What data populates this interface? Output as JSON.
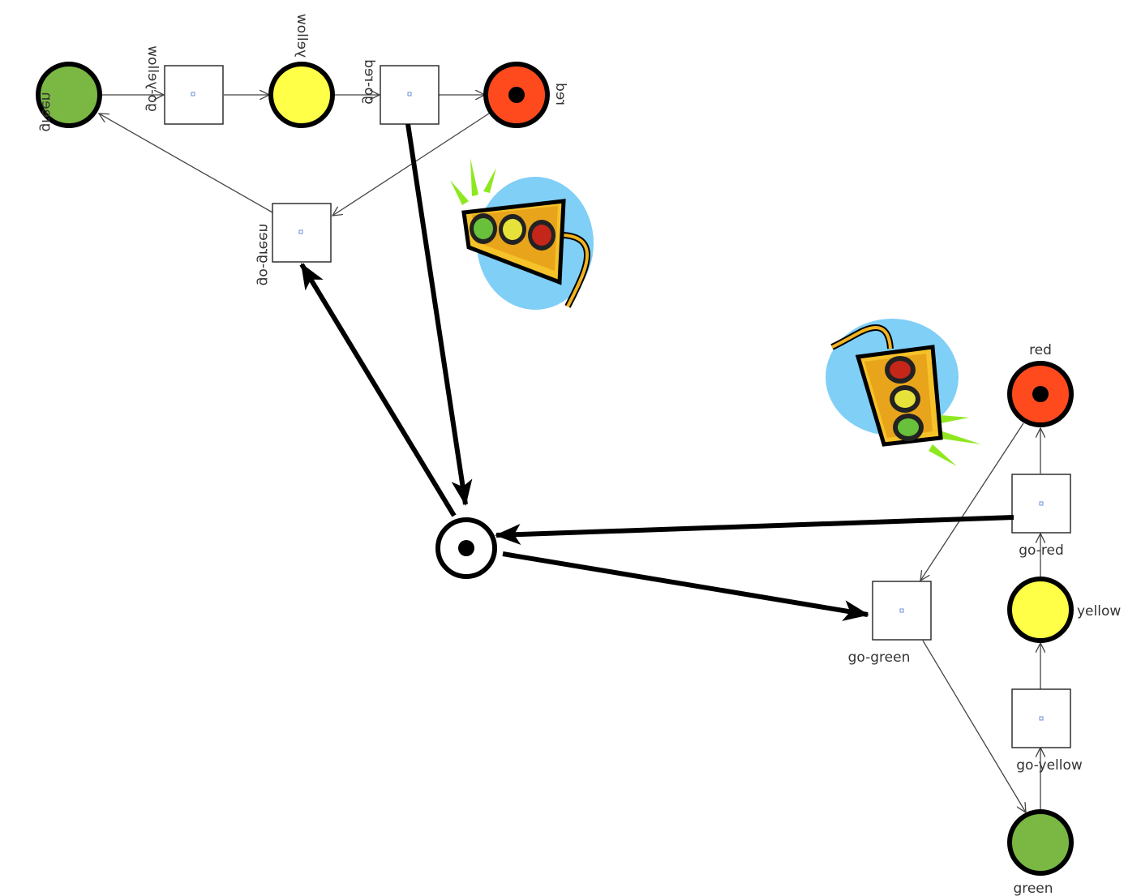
{
  "colors": {
    "green": "#7ab843",
    "yellow": "#ffff47",
    "red": "#ff4a1e",
    "outline": "#000000"
  },
  "net_left_mirrored": {
    "places": {
      "green": "green",
      "yellow": "yellow",
      "red": "red"
    },
    "transitions": {
      "go_yellow": "go-yellow",
      "go_red": "go-red",
      "go_green": "go-green"
    },
    "token_in": "red"
  },
  "net_right": {
    "places": {
      "red": "red",
      "yellow": "yellow",
      "green": "green"
    },
    "transitions": {
      "go_red": "go-red",
      "go_yellow": "go-yellow",
      "go_green": "go-green"
    },
    "token_in": "red"
  },
  "shared_place": {
    "tokens": 1
  },
  "icons": [
    "traffic-light-clipart-icon",
    "traffic-light-clipart-icon"
  ]
}
